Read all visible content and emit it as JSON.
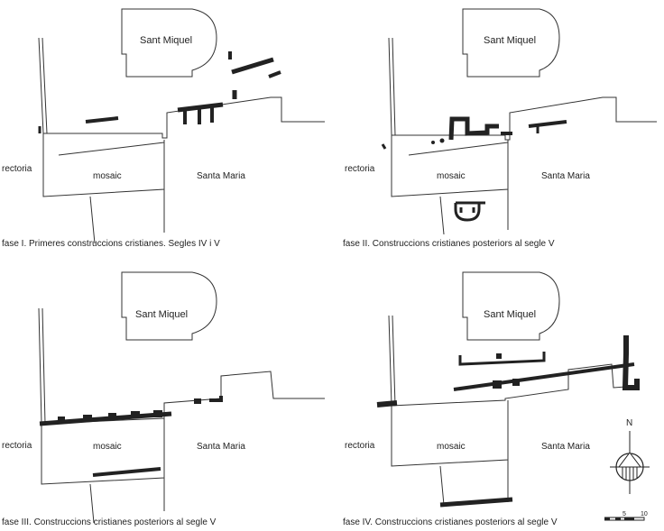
{
  "labels": {
    "sant_miquel": "Sant Miquel",
    "rectoria": "rectoria",
    "mosaic": "mosaic",
    "santa_maria": "Santa Maria"
  },
  "panels": [
    {
      "caption": "fase I. Primeres construccions cristianes. Segles IV i V"
    },
    {
      "caption": "fase II. Construccions cristianes posteriors al segle V"
    },
    {
      "caption": "fase III. Construccions cristianes posteriors al segle V"
    },
    {
      "caption": "fase IV. Construccions cristianes posteriors al segle V"
    }
  ],
  "compass": {
    "north": "N"
  },
  "scale": {
    "ticks": [
      "5",
      "10"
    ]
  }
}
